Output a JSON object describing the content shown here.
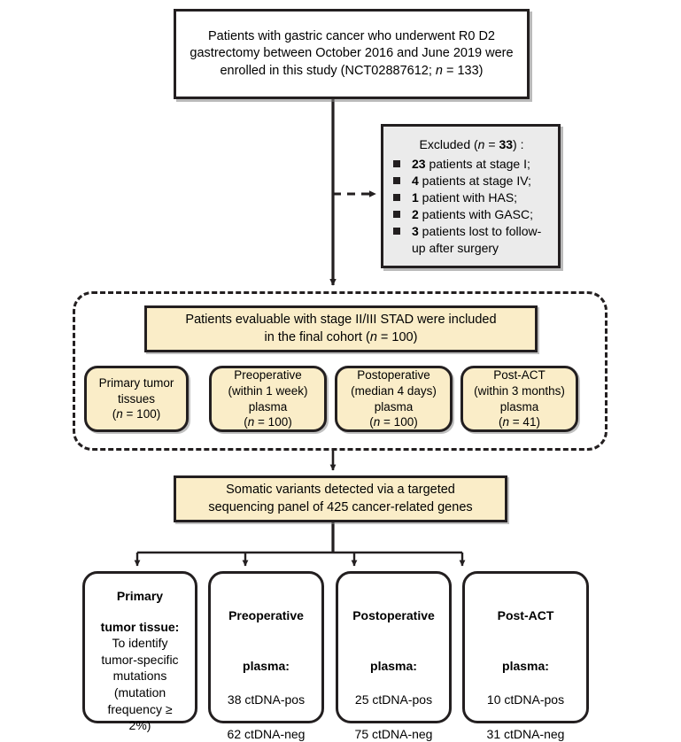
{
  "diagram": {
    "type": "study-flowchart",
    "colors": {
      "stroke": "#231f20",
      "cream_fill": "#faedc8",
      "gray_fill": "#ebebeb",
      "white_fill": "#ffffff"
    },
    "enrollment": {
      "line1": "Patients with gastric cancer who underwent R0 D2",
      "line2": "gastrectomy between October 2016 and June 2019 were",
      "line3_pre": "enrolled in this study (NCT02887612; ",
      "line3_n": "n",
      "line3_post": " = 133)"
    },
    "excluded": {
      "title_pre": "Excluded (",
      "title_n": "n",
      "title_eq": " = ",
      "title_count": "33",
      "title_post": ") :",
      "items": [
        {
          "count": "23",
          "text": " patients at stage I;"
        },
        {
          "count": "4",
          "text": " patients at stage IV;"
        },
        {
          "count": "1",
          "text": " patient with HAS;"
        },
        {
          "count": "2",
          "text": " patients with GASC;"
        },
        {
          "count": "3",
          "text": " patients lost to follow-up after surgery"
        }
      ]
    },
    "cohort": {
      "line1": "Patients evaluable with stage II/III STAD were included",
      "line2_pre": "in the final cohort (",
      "line2_n": "n",
      "line2_post": " = 100)"
    },
    "samples": [
      {
        "name": "primary-tumor-tissues",
        "lines": [
          "Primary tumor",
          "tissues"
        ],
        "n_label": "n",
        "n_value": " = 100"
      },
      {
        "name": "preoperative-plasma",
        "lines": [
          "Preoperative",
          "(within 1 week)",
          "plasma"
        ],
        "n_label": "n",
        "n_value": " = 100"
      },
      {
        "name": "postoperative-plasma",
        "lines": [
          "Postoperative",
          "(median 4 days)",
          "plasma"
        ],
        "n_label": "n",
        "n_value": " = 100"
      },
      {
        "name": "post-act-plasma",
        "lines": [
          "Post-ACT",
          "(within 3 months)",
          "plasma"
        ],
        "n_label": "n",
        "n_value": " = 41"
      }
    ],
    "somatic": {
      "line1": "Somatic variants detected via a targeted",
      "line2": "sequencing panel of 425 cancer-related genes"
    },
    "results": [
      {
        "name": "primary-tumor-tissue-result",
        "head": [
          "Primary",
          "tumor tissue:"
        ],
        "body": [
          "To identify",
          "tumor-specific",
          "mutations",
          "(mutation",
          "frequency ≥",
          "2%)"
        ]
      },
      {
        "name": "preoperative-plasma-result",
        "head": [
          "Preoperative",
          "plasma:"
        ],
        "body": [
          "38 ctDNA-pos",
          "62 ctDNA-neg"
        ]
      },
      {
        "name": "postoperative-plasma-result",
        "head": [
          "Postoperative",
          "plasma:"
        ],
        "body": [
          "25 ctDNA-pos",
          "75 ctDNA-neg"
        ]
      },
      {
        "name": "post-act-plasma-result",
        "head": [
          "Post-ACT",
          "plasma:"
        ],
        "body": [
          "10 ctDNA-pos",
          "31 ctDNA-neg"
        ]
      }
    ]
  }
}
